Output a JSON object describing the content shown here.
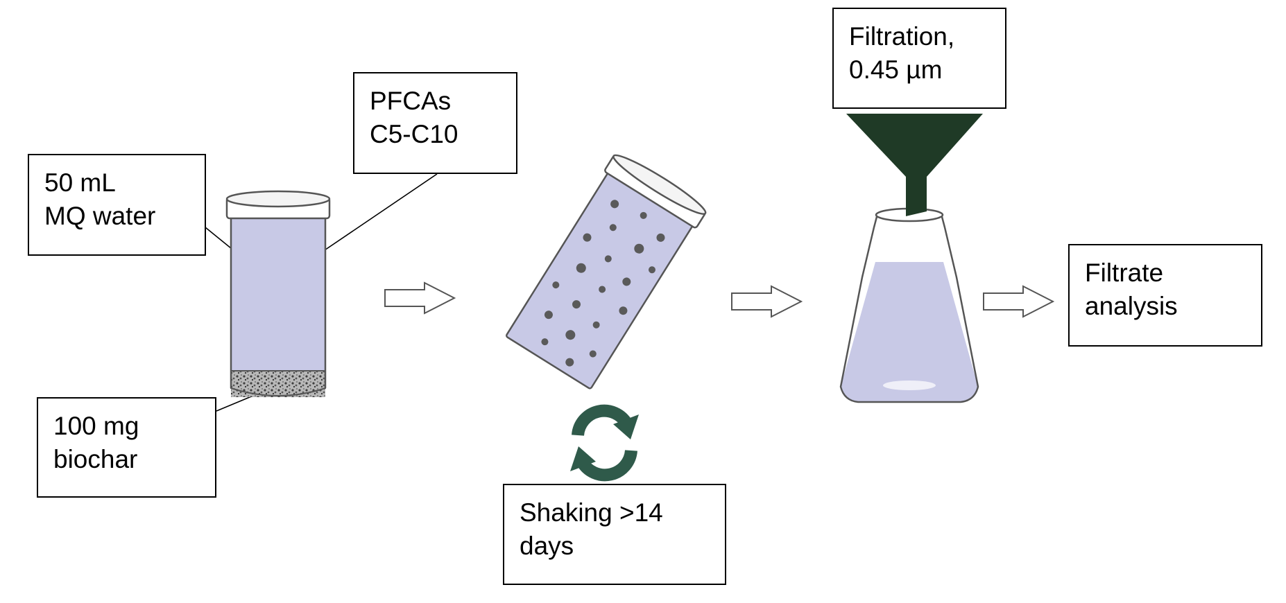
{
  "labels": {
    "water": [
      "50 mL",
      "MQ water"
    ],
    "pfcas": [
      "PFCAs",
      "C5-C10"
    ],
    "biochar": [
      "100 mg",
      "biochar"
    ],
    "shaking": [
      "Shaking >14",
      "days"
    ],
    "filtration": [
      "Filtration,",
      "0.45 µm"
    ],
    "filtrate": [
      "Filtrate",
      "analysis"
    ]
  },
  "colors": {
    "liquid": "#c8c9e6",
    "liquid_edge": "#5a5a6a",
    "funnel": "#1f3a26",
    "shaking_arrows": "#2f5a4a",
    "biochar": "#6a6a6a",
    "arrow_outline": "#555555"
  },
  "icons": [
    "vial-icon",
    "tilted-vial-icon",
    "rotation-icon",
    "funnel-icon",
    "flask-icon",
    "process-arrow-icon"
  ]
}
